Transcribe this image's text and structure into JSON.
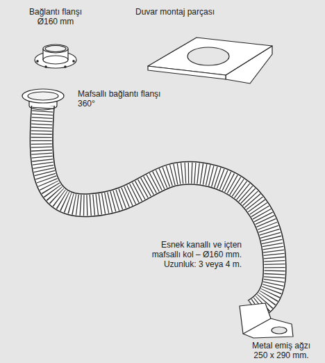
{
  "diagram": {
    "labels": [
      "Bağlantı flanşı Ø160 mm",
      "Duvar montaj parçası",
      "Mafsallı bağlantı flanşı 360°",
      "Esnek kanallı ve içten mafsallı kol – Ø160 mm. Uzunluk: 3 veya 4 m.",
      "Metal emiş ağzı 250 x 290 mm."
    ]
  }
}
